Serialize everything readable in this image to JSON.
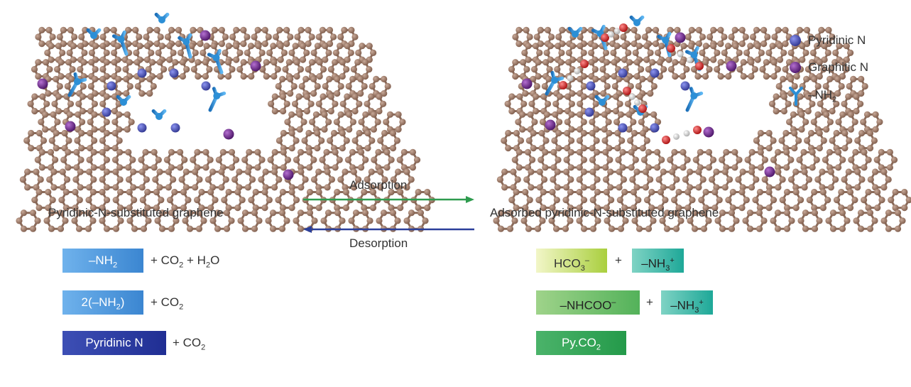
{
  "legend": {
    "pyridinic": "Pyridinic N",
    "graphitic": "Graphitic N",
    "nh2": "–NH",
    "nh2_sub": "2"
  },
  "arrows": {
    "adsorption": "Adsorption",
    "desorption": "Desorption",
    "adsorption_color": "#2e9b4e",
    "desorption_color": "#2b3f9a"
  },
  "panels": {
    "left_caption": "Pyridinic-N-substituted graphene",
    "right_caption": "Adsorbed pyridinic-N-substituted graphene"
  },
  "reactants": [
    {
      "box_main": "–NH",
      "box_sub": "2",
      "rest_a": "+ CO",
      "rest_a_sub": "2",
      "rest_b": " + H",
      "rest_b_sub": "2",
      "rest_c": "O"
    },
    {
      "box_main": "2(–NH",
      "box_sub": "2",
      "box_end": ")",
      "rest_a": "+ CO",
      "rest_a_sub": "2"
    },
    {
      "box_main": "Pyridinic N",
      "rest_a": "+ CO",
      "rest_a_sub": "2"
    }
  ],
  "products": [
    {
      "a_main": "HCO",
      "a_sub": "3",
      "a_sup": "–",
      "plus": "+",
      "b_main": "–NH",
      "b_sub": "3",
      "b_sup": "+"
    },
    {
      "a_main": "–NHCOO",
      "a_sup": "–",
      "plus": "+",
      "b_main": "–NH",
      "b_sub": "3",
      "b_sup": "+"
    },
    {
      "a_main": "Py.CO",
      "a_sub": "2"
    }
  ],
  "colors": {
    "carbon": "#9c7b6a",
    "carbon_bond": "#8a6a59",
    "pyridinic_n": "#4a52b8",
    "graphitic_n": "#6b2a85",
    "nh2": "#2c8fd6",
    "oxygen": "#e02020",
    "hydrogen": "#e6e6e6"
  }
}
